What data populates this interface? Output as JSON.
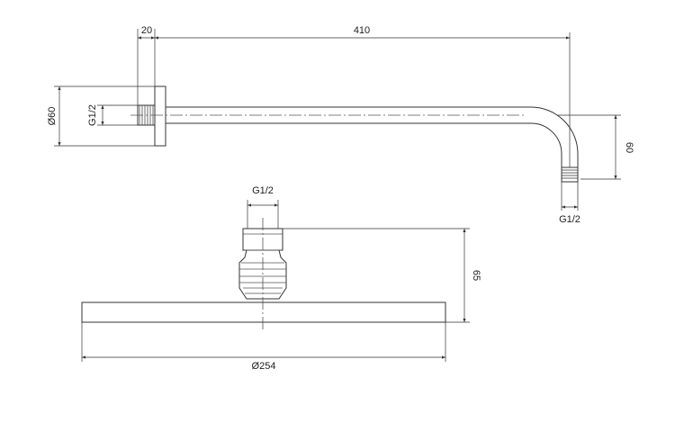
{
  "dimensions": {
    "flange_width": "20",
    "arm_length": "410",
    "flange_diameter": "Ø60",
    "inlet_thread": "G1/2",
    "drop_height": "60",
    "outlet_thread": "G1/2",
    "head_thread": "G1/2",
    "head_height": "65",
    "head_diameter": "Ø254"
  },
  "colors": {
    "line": "#333333",
    "background": "#ffffff"
  }
}
